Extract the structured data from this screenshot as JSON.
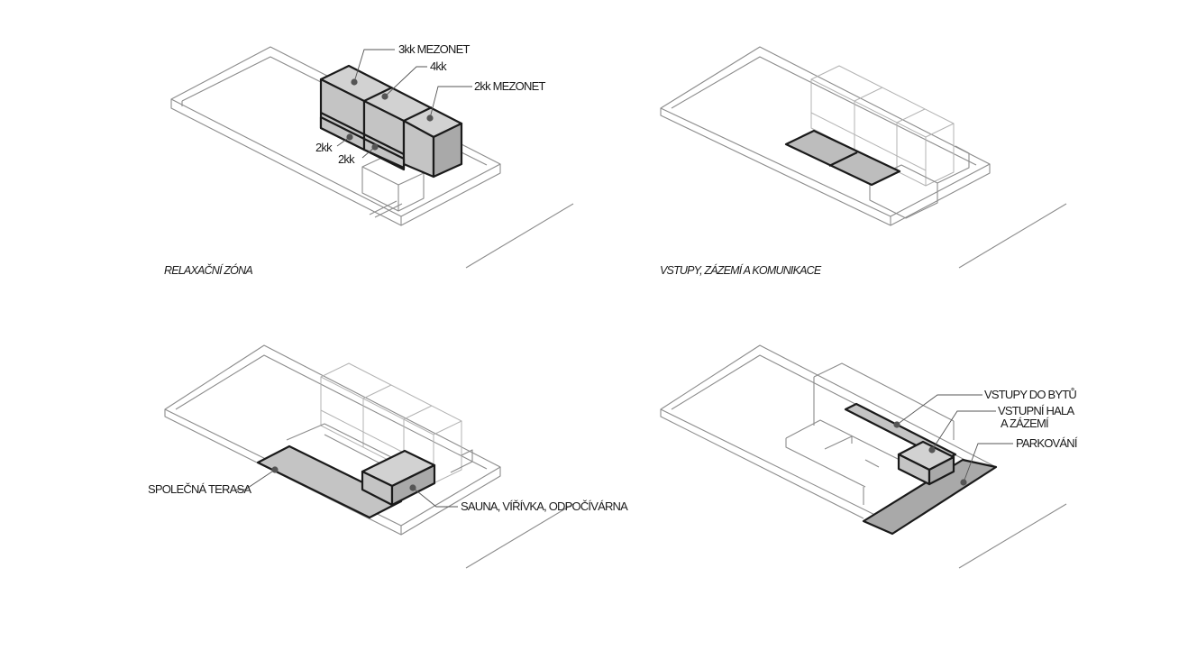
{
  "panels": [
    {
      "caption": "RELAXAČNÍ ZÓNA",
      "labels": [
        "3kk MEZONET",
        "4kk",
        "2kk MEZONET",
        "2kk",
        "2kk"
      ]
    },
    {
      "caption": "VSTUPY, ZÁZEMÍ A KOMUNIKACE",
      "labels": []
    },
    {
      "caption": "",
      "labels": [
        "SPOLEČNÁ TERASA",
        "SAUNA, VÍŘÍVKA, ODPOČÍVÁRNA"
      ]
    },
    {
      "caption": "",
      "labels": [
        "VSTUPY DO BYTŮ",
        "VSTUPNÍ HALA",
        "A ZÁZEMÍ",
        "PARKOVÁNÍ"
      ]
    }
  ],
  "colors": {
    "outline": "#8c8c8c",
    "highlight_fill": "#c4c4c4",
    "highlight_fill_dark": "#a9a9a9",
    "highlight_stroke": "#1a1a1a",
    "marker": "#555555"
  }
}
